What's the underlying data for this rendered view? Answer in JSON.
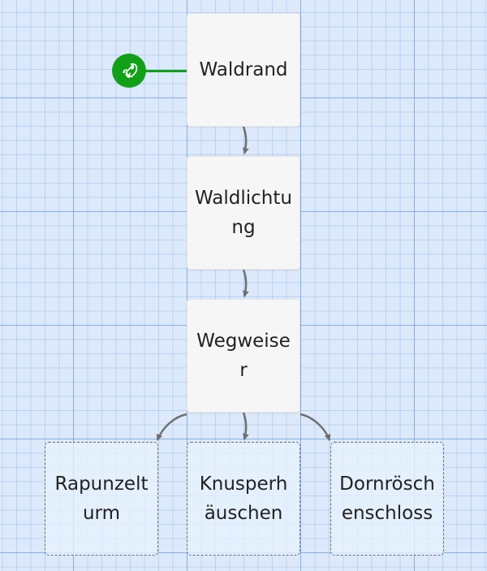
{
  "diagram": {
    "start": {
      "icon": "rocket-icon",
      "color": "#12a018"
    },
    "nodes": {
      "waldrand": {
        "label": "Waldrand"
      },
      "waldlichtung": {
        "label": "Waldlichtung"
      },
      "wegweiser": {
        "label": "Wegweiser"
      },
      "rapunzelturm": {
        "label": "Rapunzelturm"
      },
      "knusperhaeuschen": {
        "label": "Knusperhäuschen"
      },
      "dornroeschenschloss": {
        "label": "Dornröschenschloss"
      }
    },
    "edges": [
      {
        "from": "start",
        "to": "waldrand"
      },
      {
        "from": "waldrand",
        "to": "waldlichtung"
      },
      {
        "from": "waldlichtung",
        "to": "wegweiser"
      },
      {
        "from": "wegweiser",
        "to": "rapunzelturm"
      },
      {
        "from": "wegweiser",
        "to": "knusperhaeuschen"
      },
      {
        "from": "wegweiser",
        "to": "dornroeschenschloss"
      }
    ],
    "colors": {
      "canvas": "#dce9fb",
      "arrow": "#6f6f6f",
      "start": "#12a018"
    }
  }
}
